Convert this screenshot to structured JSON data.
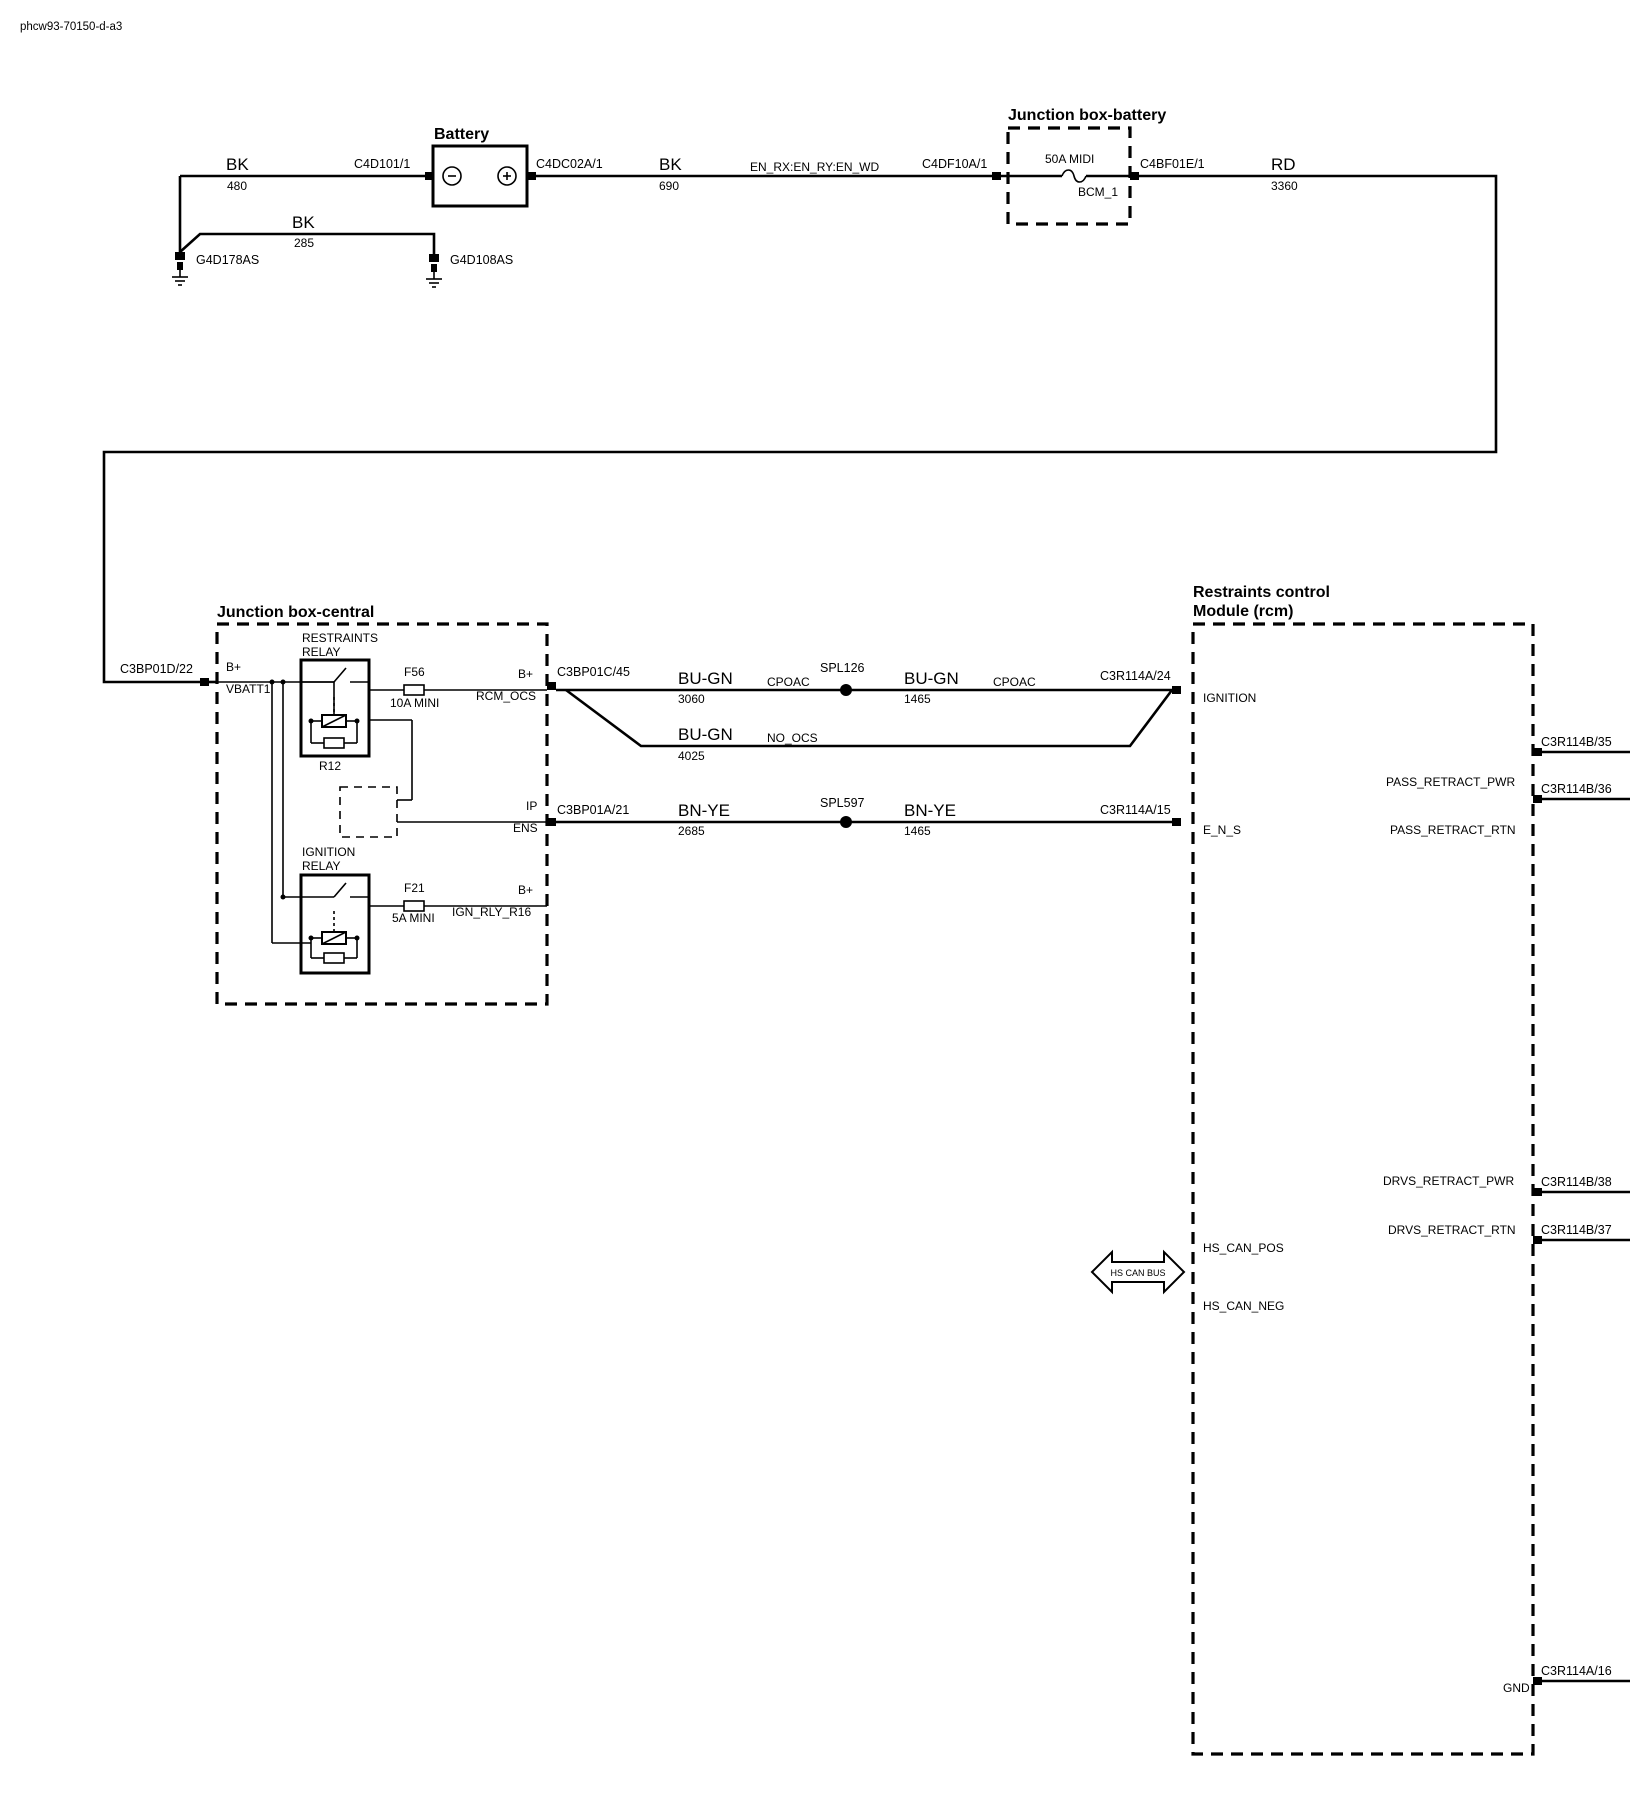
{
  "doc_id": "phcw93-70150-d-a3",
  "components": {
    "battery": "Battery",
    "jb_battery": "Junction box-battery",
    "jb_central": "Junction box-central",
    "rcm_line1": "Restraints control",
    "rcm_line2": "Module (rcm)",
    "restraints_relay_line1": "RESTRAINTS",
    "restraints_relay_line2": "RELAY",
    "ignition_relay_line1": "IGNITION",
    "ignition_relay_line2": "RELAY",
    "relay_r12": "R12",
    "hs_can_bus": "HS CAN BUS"
  },
  "fuses": {
    "midi": "50A MIDI",
    "bcm": "BCM_1",
    "f56": "F56",
    "f56_rating": "10A MINI",
    "f21": "F21",
    "f21_rating": "5A MINI"
  },
  "connectors": {
    "c4d101": "C4D101/1",
    "c4dc02a": "C4DC02A/1",
    "c4df10a": "C4DF10A/1",
    "c4bf01e": "C4BF01E/1",
    "c3bp01d": "C3BP01D/22",
    "c3bp01c": "C3BP01C/45",
    "c3bp01a": "C3BP01A/21",
    "c3r114a_24": "C3R114A/24",
    "c3r114a_15": "C3R114A/15",
    "c3r114b_35": "C3R114B/35",
    "c3r114b_36": "C3R114B/36",
    "c3r114b_38": "C3R114B/38",
    "c3r114b_37": "C3R114B/37",
    "c3r114a_16": "C3R114A/16"
  },
  "grounds": {
    "g1": "G4D178AS",
    "g2": "G4D108AS"
  },
  "wires": {
    "w480_color": "BK",
    "w480_num": "480",
    "w285_color": "BK",
    "w285_num": "285",
    "w690_color": "BK",
    "w690_num": "690",
    "w690_note": "EN_RX:EN_RY:EN_WD",
    "w3360_color": "RD",
    "w3360_num": "3360",
    "w3060_color": "BU-GN",
    "w3060_num": "3060",
    "w3060_note": "CPOAC",
    "w1465a_color": "BU-GN",
    "w1465a_num": "1465",
    "w1465a_note": "CPOAC",
    "w4025_color": "BU-GN",
    "w4025_num": "4025",
    "w4025_note": "NO_OCS",
    "w2685_color": "BN-YE",
    "w2685_num": "2685",
    "w1465b_color": "BN-YE",
    "w1465b_num": "1465"
  },
  "splices": {
    "spl126": "SPL126",
    "spl597": "SPL597"
  },
  "pins": {
    "bplus_vbatt": "B+",
    "vbatt1": "VBATT1",
    "bplus_rcm": "B+",
    "rcm_ocs": "RCM_OCS",
    "ip": "IP",
    "ens": "ENS",
    "bplus_ign": "B+",
    "ign_rly_r16": "IGN_RLY_R16",
    "ignition": "IGNITION",
    "e_n_s": "E_N_S",
    "pass_retract_pwr": "PASS_RETRACT_PWR",
    "pass_retract_rtn": "PASS_RETRACT_RTN",
    "drvs_retract_pwr": "DRVS_RETRACT_PWR",
    "drvs_retract_rtn": "DRVS_RETRACT_RTN",
    "hs_can_pos": "HS_CAN_POS",
    "hs_can_neg": "HS_CAN_NEG",
    "gnd": "GND"
  }
}
